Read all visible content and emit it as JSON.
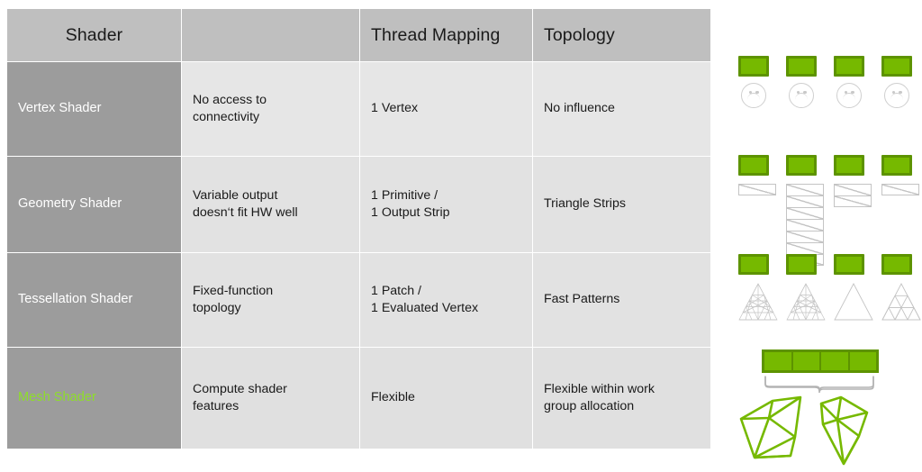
{
  "table": {
    "headers": [
      "Shader",
      "",
      "Thread Mapping",
      "Topology"
    ],
    "rows": [
      {
        "shader": "Vertex Shader",
        "description": "No access to\nconnectivity",
        "thread_mapping": "1 Vertex",
        "topology": "No influence",
        "highlight": false
      },
      {
        "shader": "Geometry Shader",
        "description": "Variable output\ndoesn‘t fit HW well",
        "thread_mapping": "1 Primitive /\n1 Output Strip",
        "topology": "Triangle Strips",
        "highlight": false
      },
      {
        "shader": "Tessellation Shader",
        "description": "Fixed-function\ntopology",
        "thread_mapping": "1 Patch /\n1 Evaluated Vertex",
        "topology": "Fast Patterns",
        "highlight": false
      },
      {
        "shader": "Mesh Shader",
        "description": "Compute shader\nfeatures",
        "thread_mapping": "Flexible",
        "topology": "Flexible within work\ngroup allocation",
        "highlight": true
      }
    ]
  },
  "diagram": {
    "rows": [
      {
        "name": "vertex-shader-diagram",
        "gpu_boxes": 4,
        "glyph": "sad-face",
        "glyph_count": 4
      },
      {
        "name": "geometry-shader-diagram",
        "gpu_boxes": 4,
        "glyph": "triangle-strip",
        "strip_lengths": [
          1,
          7,
          2,
          1
        ]
      },
      {
        "name": "tessellation-shader-diagram",
        "gpu_boxes": 4,
        "glyph": "tessellated-triangle",
        "tessellation_levels": [
          6,
          6,
          1,
          3
        ]
      },
      {
        "name": "mesh-shader-diagram",
        "gpu_bar_segments": 4,
        "glyph": "mesh-polygons",
        "brace": true,
        "meshlet_count": 2
      }
    ]
  },
  "colors": {
    "brand_green": "#76b900",
    "green_dark": "#5d9300",
    "green_text_light": "#8ede29",
    "header_gray": "#bfbfbf",
    "row_label_gray": "#9c9c9c",
    "cell_gray": "#e2e2e2",
    "outline_gray": "#c4c4c4"
  }
}
